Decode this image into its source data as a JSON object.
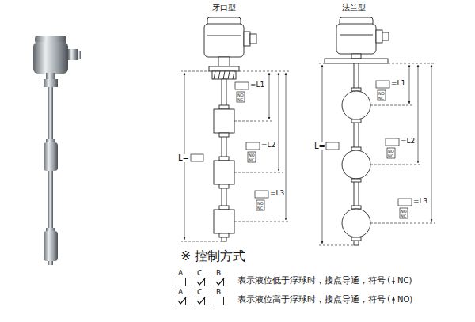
{
  "diagram": {
    "nodes": [
      {
        "text": [
          "A"
        ]
      },
      {
        "text": [
          "C"
        ]
      },
      {
        "text": [
          "B"
        ]
      },
      {
        "text": [
          "A"
        ]
      },
      {
        "text": [
          "C"
        ]
      },
      {
        "text": [
          "B"
        ]
      }
    ],
    "labels": [
      "牙口型",
      "法兰型",
      "=L1",
      "NO",
      "NC",
      "=L2",
      "NO",
      "NC",
      "=L3",
      "NO",
      "NC",
      "L=",
      "=L1",
      "NO",
      "NC",
      "=L2",
      "NO",
      "NC",
      "=L3",
      "NO",
      "NC",
      "L=",
      "※ 控制方式",
      "表示液位低于浮球时，接点导通，符号",
      "(",
      "NC)",
      "表示液位高于浮球时，接点导通，符号",
      "(",
      "NO)"
    ]
  }
}
